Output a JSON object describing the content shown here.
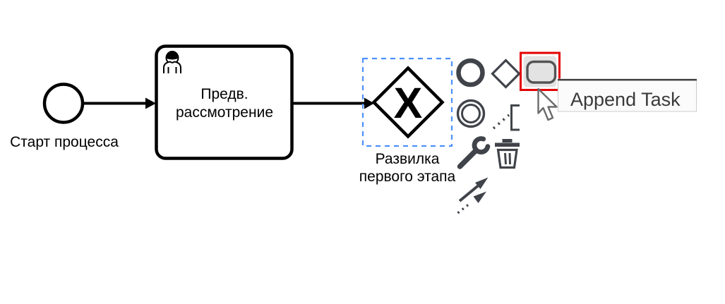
{
  "canvas": {
    "background": "#ffffff"
  },
  "diagram": {
    "start_event": {
      "label": "Старт процесса"
    },
    "user_task": {
      "name_line1": "Предв.",
      "name_line2": "рассмотрение"
    },
    "exclusive_gateway": {
      "marker": "X",
      "label_line1": "Развилка",
      "label_line2": "первого этапа",
      "selected": true
    }
  },
  "context_pad": {
    "icons": [
      {
        "name": "append-end-event-icon"
      },
      {
        "name": "append-gateway-icon"
      },
      {
        "name": "append-task-icon",
        "state": "hovered-highlighted"
      },
      {
        "name": "append-intermediate-event-icon"
      },
      {
        "name": "append-text-annotation-icon"
      },
      {
        "name": "change-type-wrench-icon"
      },
      {
        "name": "delete-trash-icon"
      },
      {
        "name": "connect-arrow-icon"
      }
    ]
  },
  "tooltip": {
    "text": "Append Task"
  },
  "cursor": {
    "type": "arrow-pointer"
  },
  "colors": {
    "shape_stroke": "#000000",
    "icon_gray": "#40444a",
    "selection_blue": "#4d90fe",
    "highlight_red": "#e30000",
    "tooltip_bg": "#fbfbfb",
    "tooltip_border": "#cccccc",
    "tooltip_topline": "#3d3d3d",
    "tooltip_text": "#3a3a3a"
  }
}
